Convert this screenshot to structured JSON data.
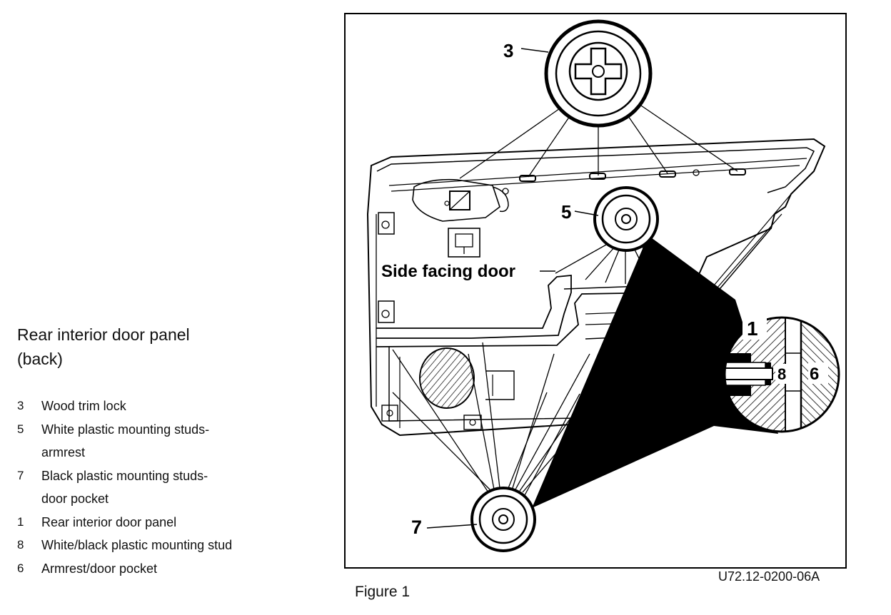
{
  "title": {
    "line1": "Rear interior door panel",
    "line2": "(back)"
  },
  "legend": [
    {
      "num": "3",
      "text": "Wood trim lock"
    },
    {
      "num": "5",
      "text": "White plastic mounting studs-"
    },
    {
      "num": "",
      "text": "armrest"
    },
    {
      "num": "7",
      "text": "Black plastic mounting studs-"
    },
    {
      "num": "",
      "text": "door pocket"
    },
    {
      "num": "1",
      "text": "Rear interior door panel"
    },
    {
      "num": "8",
      "text": "White/black plastic mounting stud"
    },
    {
      "num": "6",
      "text": "Armrest/door pocket"
    }
  ],
  "diagram": {
    "callouts": {
      "c3": "3",
      "c5": "5",
      "c7": "7",
      "c1": "1",
      "c8": "8",
      "c6": "6"
    },
    "side_label": "Side facing door"
  },
  "figure_code": "U72.12-0200-06A",
  "caption": "Figure 1"
}
